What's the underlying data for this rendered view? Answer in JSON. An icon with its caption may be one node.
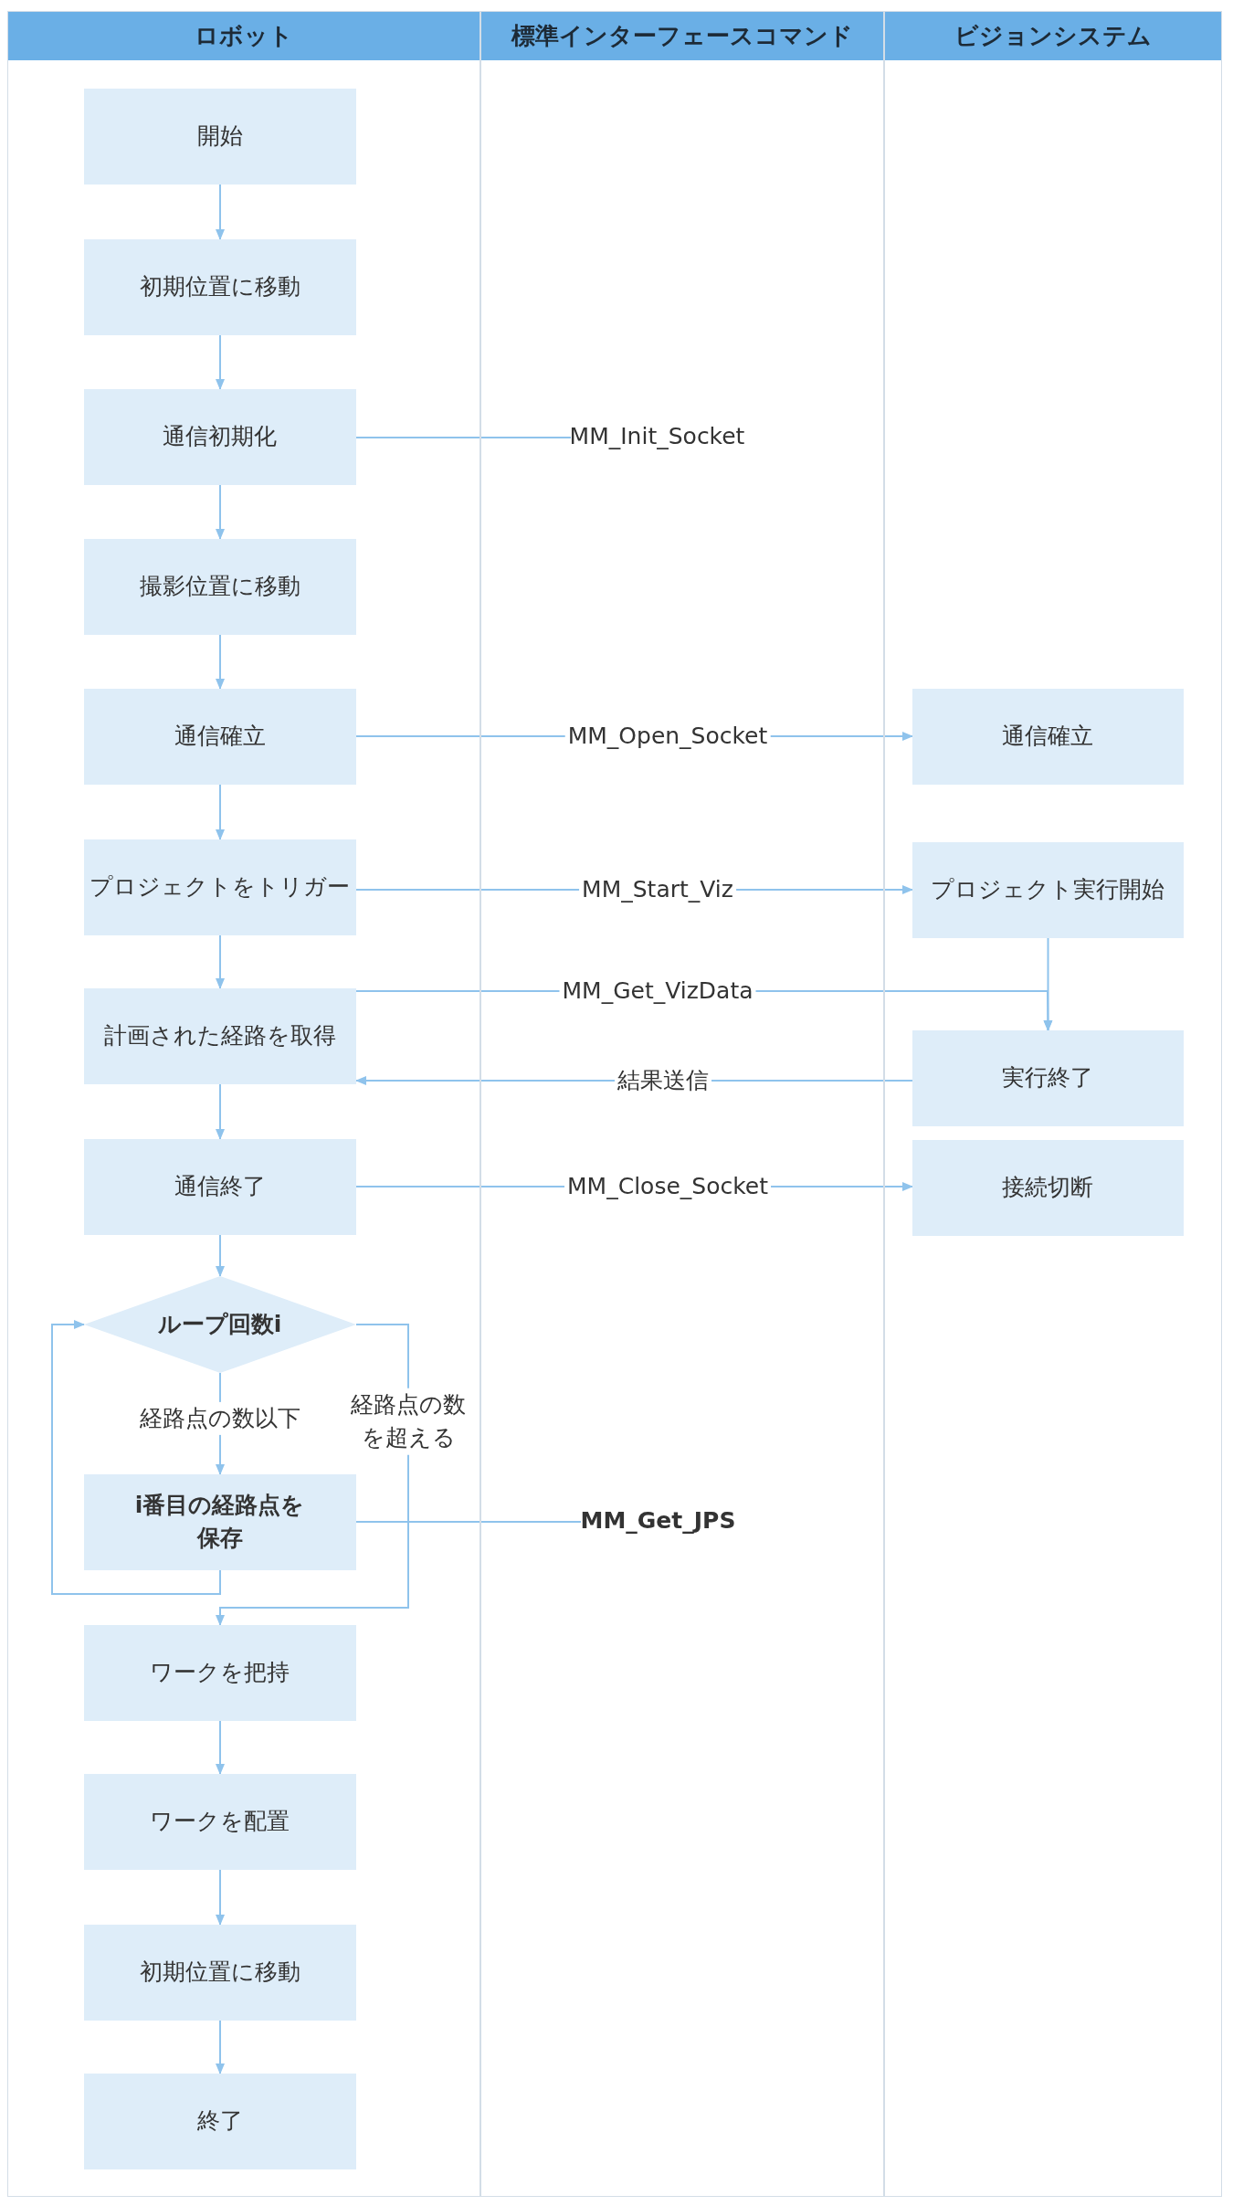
{
  "diagram": {
    "nodes": [
      {
        "text": [
          "ロボット"
        ]
      },
      {
        "text": [
          "標準インターフェースコマンド"
        ]
      },
      {
        "text": [
          "ビジョンシステム"
        ]
      },
      {
        "text": [
          "開始"
        ],
        "in": 0
      },
      {
        "text": [
          "初期位置に移動"
        ],
        "in": 0
      },
      {
        "text": [
          "通信初期化"
        ],
        "in": 0
      },
      {
        "text": [
          "撮影位置に移動"
        ],
        "in": 0
      },
      {
        "text": [
          "通信確立"
        ],
        "in": 0
      },
      {
        "text": [
          "プロジェクトをトリガー"
        ],
        "in": 0
      },
      {
        "text": [
          "計画された経路を取得"
        ],
        "in": 0
      },
      {
        "text": [
          "通信終了"
        ],
        "in": 0
      },
      {
        "text": [
          "ループ回数i"
        ],
        "in": 0
      },
      {
        "text": [
          "i番目の経路点を保存"
        ],
        "in": 0
      },
      {
        "text": [
          "ワークを把持"
        ],
        "in": 0
      },
      {
        "text": [
          "ワークを配置"
        ],
        "in": 0
      },
      {
        "text": [
          "初期位置に移動"
        ],
        "in": 0
      },
      {
        "text": [
          "終了"
        ],
        "in": 0
      },
      {
        "text": [
          "MM_Init_Socket"
        ],
        "in": 1
      },
      {
        "text": [
          "MM_Get_JPS"
        ],
        "in": 1
      },
      {
        "text": [
          "通信確立"
        ],
        "in": 2
      },
      {
        "text": [
          "プロジェクト実行開始"
        ],
        "in": 2
      },
      {
        "text": [
          "実行終了"
        ],
        "in": 2
      },
      {
        "text": [
          "接続切断"
        ],
        "in": 2
      }
    ],
    "edges": [
      {
        "from": 3,
        "to": 4,
        "arrow": "to"
      },
      {
        "from": 4,
        "to": 5,
        "arrow": "to"
      },
      {
        "from": 5,
        "to": 6,
        "arrow": "to"
      },
      {
        "from": 6,
        "to": 7,
        "arrow": "to"
      },
      {
        "from": 7,
        "to": 8,
        "arrow": "to"
      },
      {
        "from": 8,
        "to": 9,
        "arrow": "to"
      },
      {
        "from": 9,
        "to": 10,
        "arrow": "to"
      },
      {
        "from": 10,
        "to": 11,
        "arrow": "to"
      },
      {
        "from": 11,
        "to": 12,
        "arrow": "to",
        "label": "経路点の数以下"
      },
      {
        "from": 12,
        "to": 11,
        "arrow": "to"
      },
      {
        "from": 11,
        "to": 13,
        "arrow": "to",
        "label": "経路点の数を超える"
      },
      {
        "from": 13,
        "to": 14,
        "arrow": "to"
      },
      {
        "from": 14,
        "to": 15,
        "arrow": "to"
      },
      {
        "from": 15,
        "to": 16,
        "arrow": "to"
      },
      {
        "from": 5,
        "to": 17,
        "arrow": "none"
      },
      {
        "from": 12,
        "to": 18,
        "arrow": "none"
      },
      {
        "from": 7,
        "to": 19,
        "arrow": "to",
        "label": "MM_Open_Socket"
      },
      {
        "from": 8,
        "to": 20,
        "arrow": "to",
        "label": "MM_Start_Viz"
      },
      {
        "from": 9,
        "to": 21,
        "arrow": "to",
        "label": "MM_Get_VizData"
      },
      {
        "from": 20,
        "to": 21,
        "arrow": "to"
      },
      {
        "from": 21,
        "to": 9,
        "arrow": "to",
        "label": "結果送信"
      },
      {
        "from": 10,
        "to": 22,
        "arrow": "to",
        "label": "MM_Close_Socket"
      }
    ]
  }
}
